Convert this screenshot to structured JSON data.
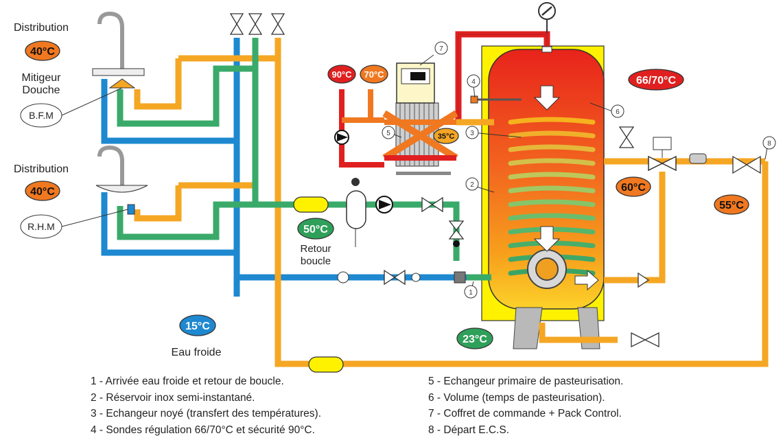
{
  "labels": {
    "distribution_top": "Distribution",
    "distribution_bottom": "Distribution",
    "mitigeur_line1": "Mitigeur",
    "mitigeur_line2": "Douche",
    "bfm": "B.F.M",
    "rhm": "R.H.M",
    "retour_line1": "Retour",
    "retour_line2": "boucle",
    "eau_froide": "Eau froide"
  },
  "badges": {
    "dist_top_temp": "40°C",
    "dist_bottom_temp": "40°C",
    "primary_90": "90°C",
    "primary_70": "70°C",
    "exchanger_35": "35°C",
    "tank_top": "66/70°C",
    "outlet_60": "60°C",
    "depart_55": "55°C",
    "loop_return_50": "50°C",
    "cold_15": "15°C",
    "tank_bottom_23": "23°C"
  },
  "callouts": [
    "1",
    "2",
    "3",
    "4",
    "5",
    "6",
    "7",
    "8"
  ],
  "legend": {
    "left": [
      "1 - Arrivée eau froide et retour de boucle.",
      "2 - Réservoir inox semi-instantané.",
      "3 - Echangeur noyé (transfert des températures).",
      "4 - Sondes régulation 66/70°C et sécurité 90°C."
    ],
    "right": [
      "5 - Echangeur primaire de pasteurisation.",
      "6 - Volume (temps de pasteurisation).",
      "7 - Coffret de commande + Pack Control.",
      "8 - Départ E.C.S."
    ]
  },
  "colors": {
    "cold": "#1e88d0",
    "hot": "#f5a623",
    "mixed": "#3aaa6a",
    "primary_red": "#e02020",
    "primary_orange": "#f07820",
    "casing": "#fff200",
    "badge_orange": "#f07820",
    "badge_red": "#e02020",
    "badge_green": "#2fa05a",
    "badge_blue": "#1e88d0"
  }
}
